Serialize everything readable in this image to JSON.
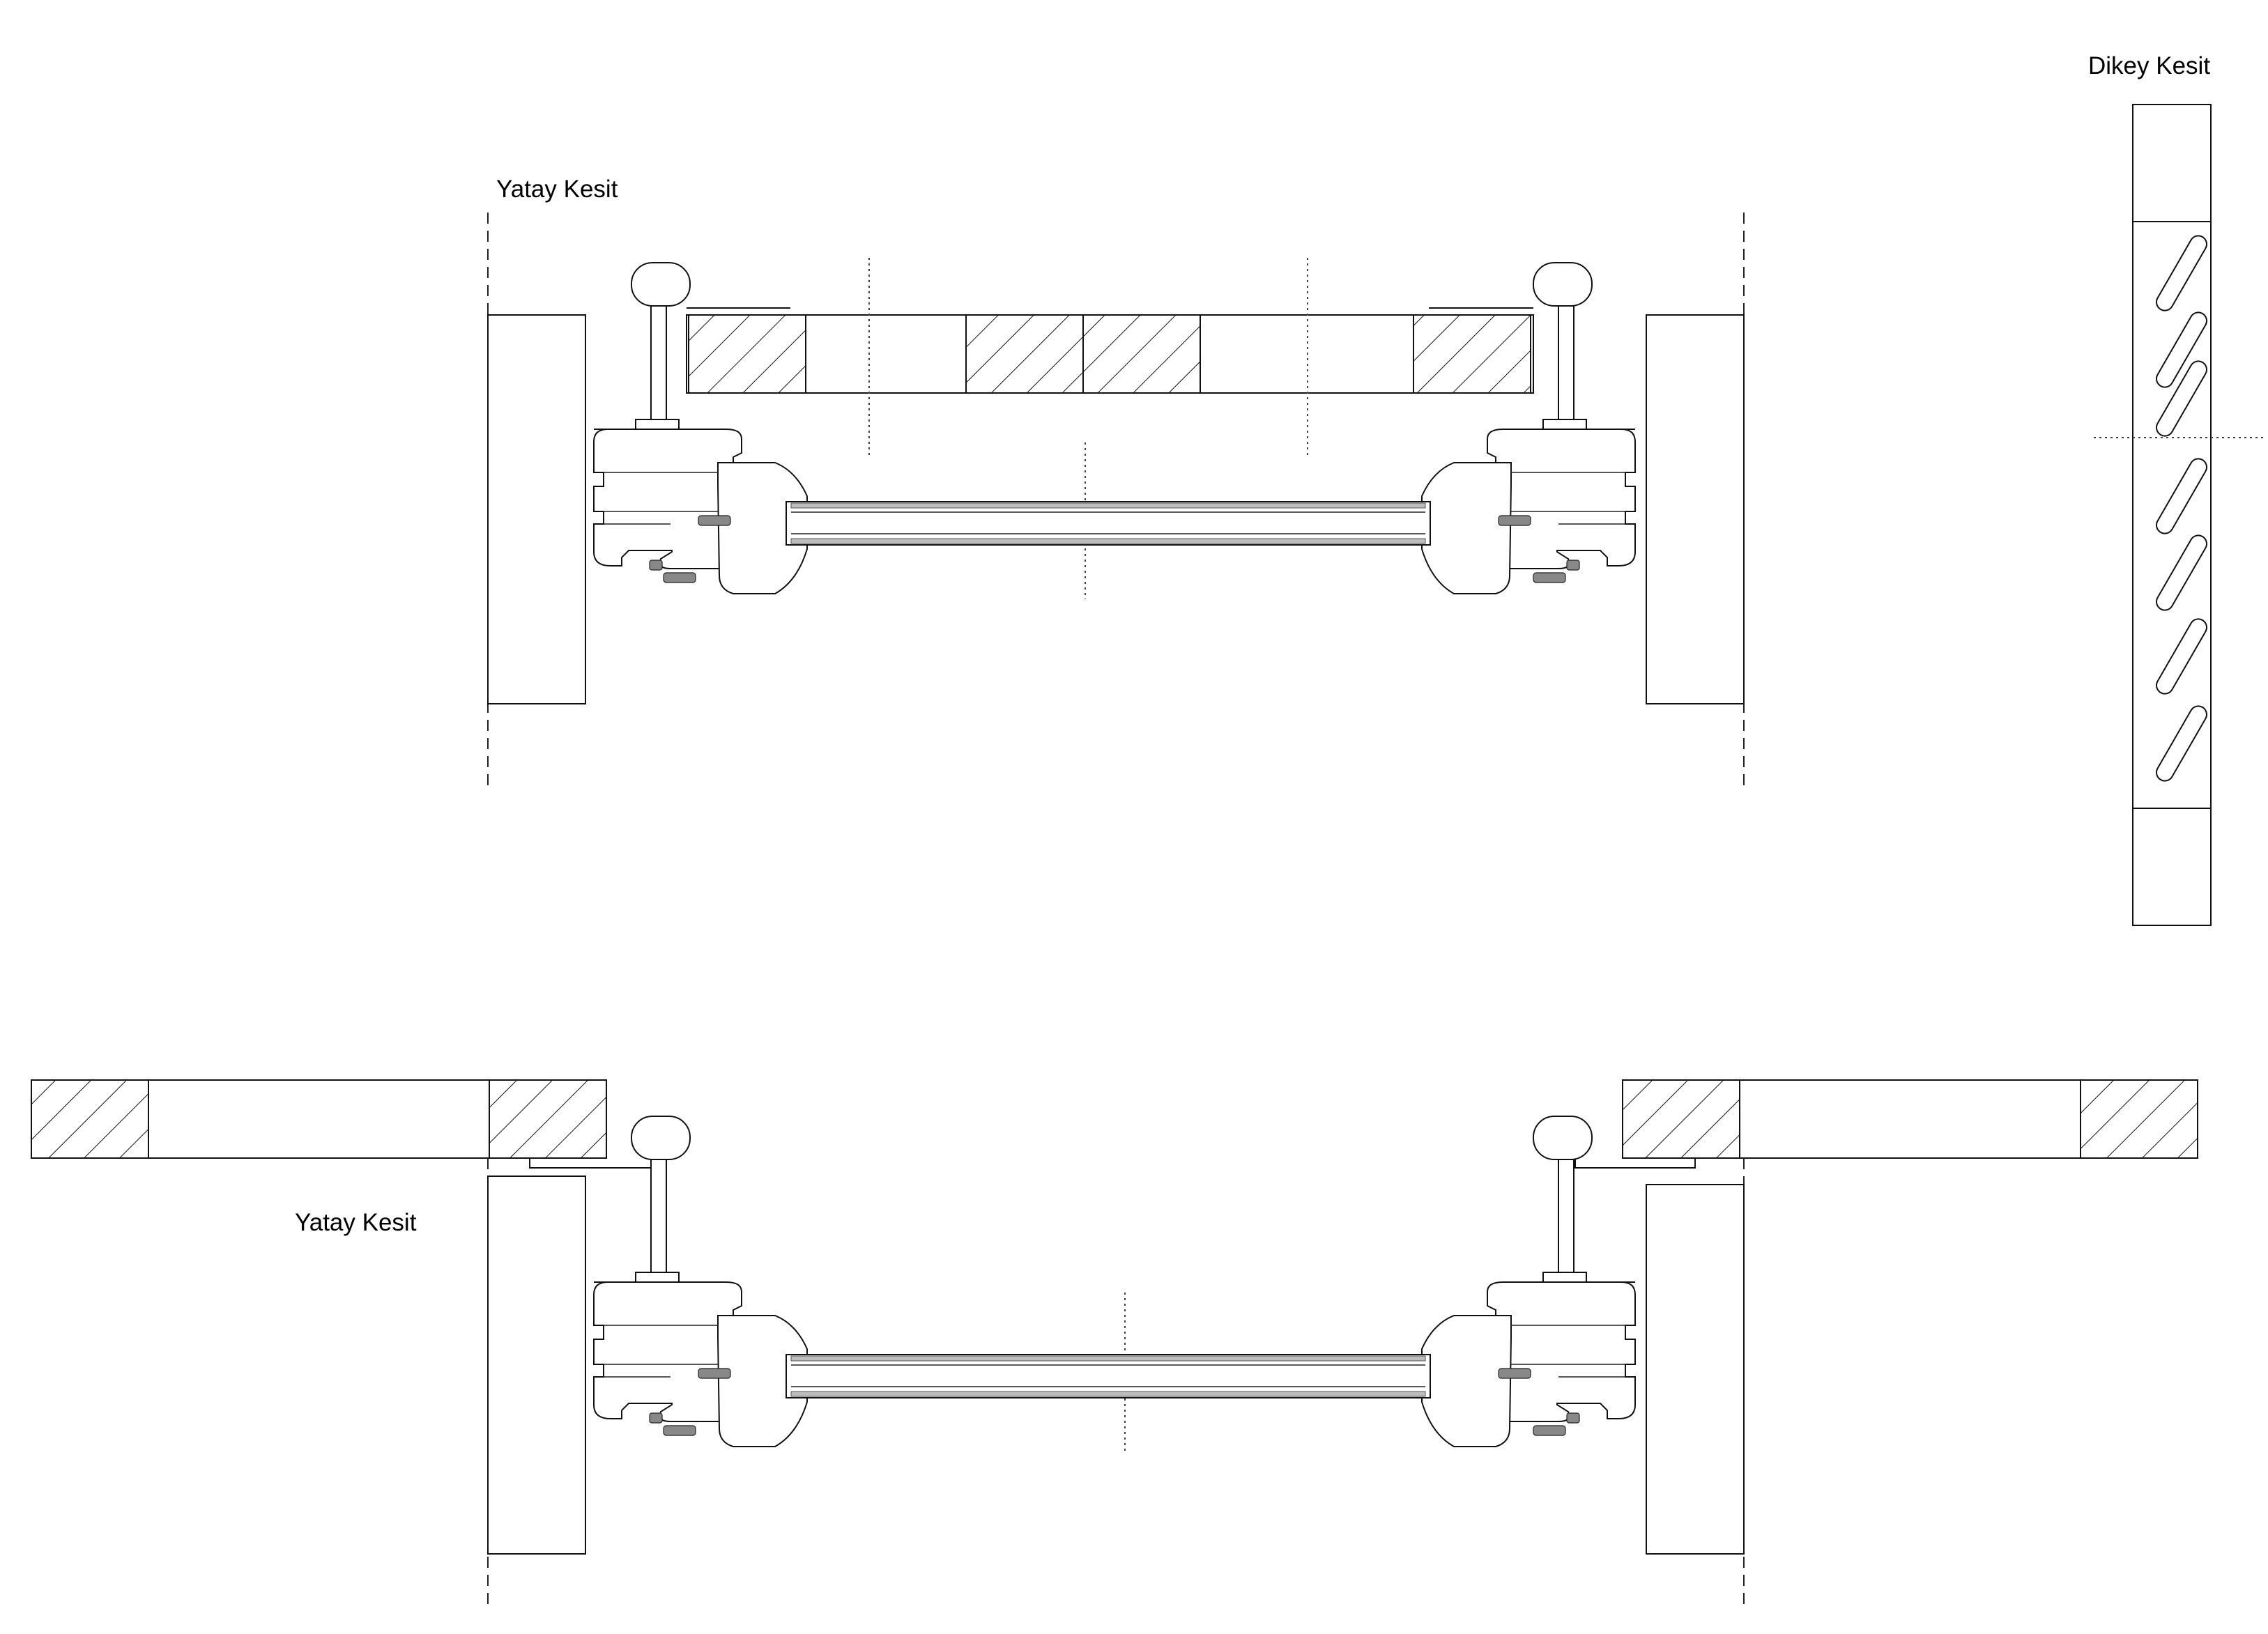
{
  "labels": {
    "yatay_top": "Yatay Kesit",
    "yatay_bottom": "Yatay Kesit",
    "dikey": "Dikey Kesit"
  }
}
